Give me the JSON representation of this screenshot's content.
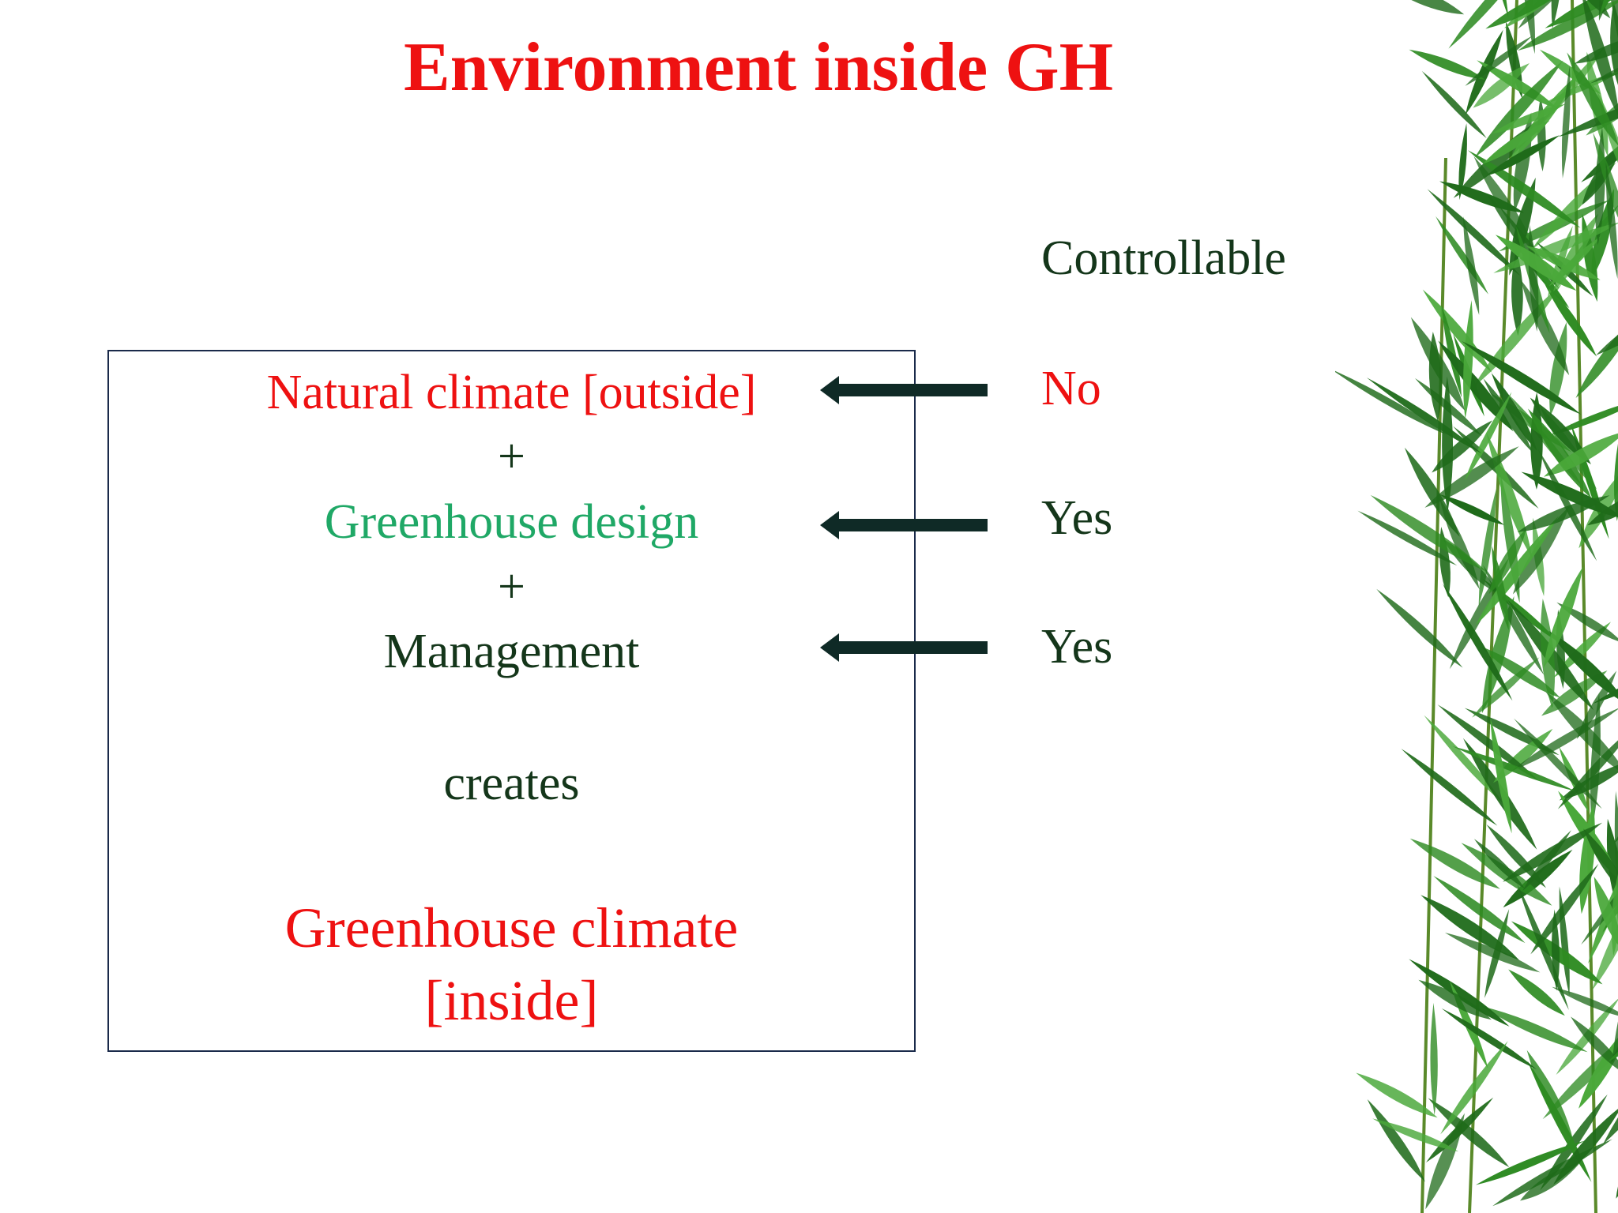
{
  "slide": {
    "title": "Environment inside GH",
    "colors": {
      "red": "#ee1111",
      "green_text": "#1fa866",
      "dark_green": "#14361a",
      "arrow": "#0f2a26",
      "box_border": "#1a2a4a",
      "bamboo_dark": "#1f6b1a",
      "bamboo_mid": "#2e8b22",
      "bamboo_light": "#4aa83a"
    }
  },
  "diagram": {
    "column_header": "Controllable",
    "items": [
      {
        "label": "Natural climate [outside]",
        "controllable": "No"
      },
      {
        "label": "Greenhouse design",
        "controllable": "Yes"
      },
      {
        "label": "Management",
        "controllable": "Yes"
      }
    ],
    "plus_1": "+",
    "plus_2": "+",
    "connector": "creates",
    "result_line_1": "Greenhouse climate",
    "result_line_2": "[inside]",
    "arrow_icon": "arrow-left-icon",
    "decoration_icon": "bamboo-leaves-icon"
  }
}
